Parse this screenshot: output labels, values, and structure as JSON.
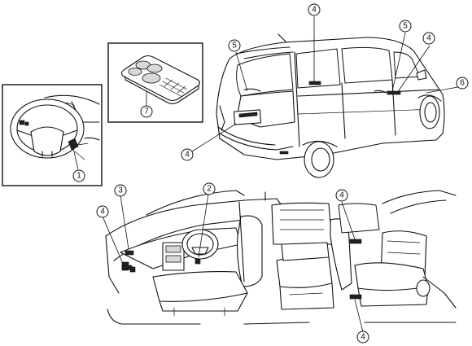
{
  "callouts": [
    {
      "id": "c1",
      "label": "1"
    },
    {
      "id": "c2",
      "label": "2"
    },
    {
      "id": "c3",
      "label": "3"
    },
    {
      "id": "c4a",
      "label": "4"
    },
    {
      "id": "c4b",
      "label": "4"
    },
    {
      "id": "c4c",
      "label": "4"
    },
    {
      "id": "c4d",
      "label": "4"
    },
    {
      "id": "c4e",
      "label": "4"
    },
    {
      "id": "c4f",
      "label": "4"
    },
    {
      "id": "c5a",
      "label": "5"
    },
    {
      "id": "c5b",
      "label": "5"
    },
    {
      "id": "c6",
      "label": "6"
    },
    {
      "id": "c7",
      "label": "7"
    }
  ]
}
